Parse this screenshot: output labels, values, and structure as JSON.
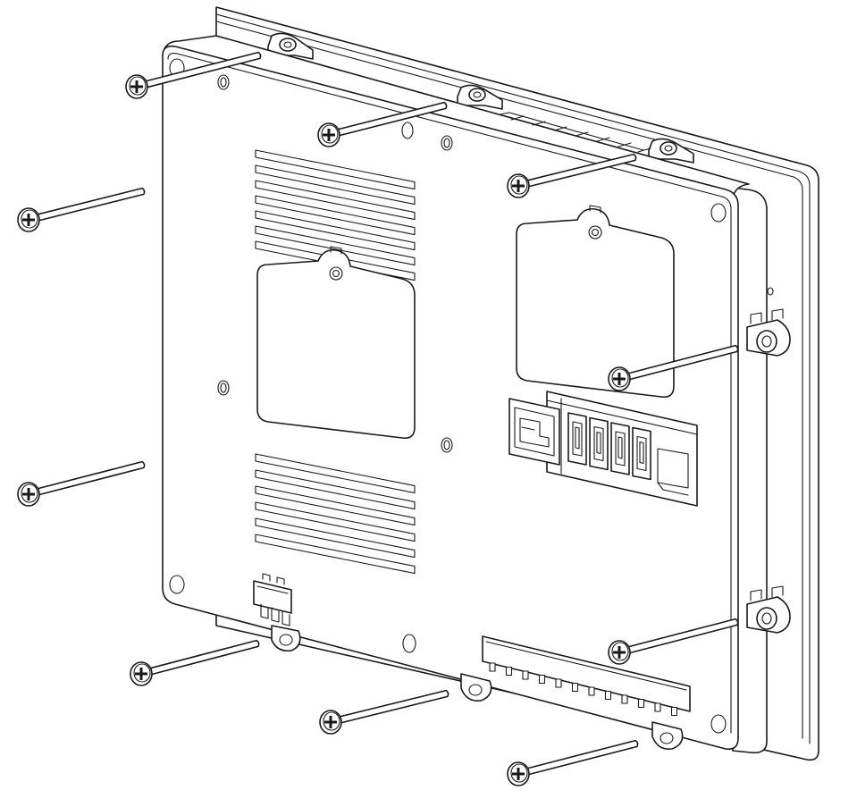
{
  "figure": {
    "subject": "panel-rear-view",
    "line_color": "#1a1a1a",
    "background": "#ffffff",
    "mounting_screw_count": 10,
    "vent_groups": 2,
    "usb_port_count": 4
  }
}
